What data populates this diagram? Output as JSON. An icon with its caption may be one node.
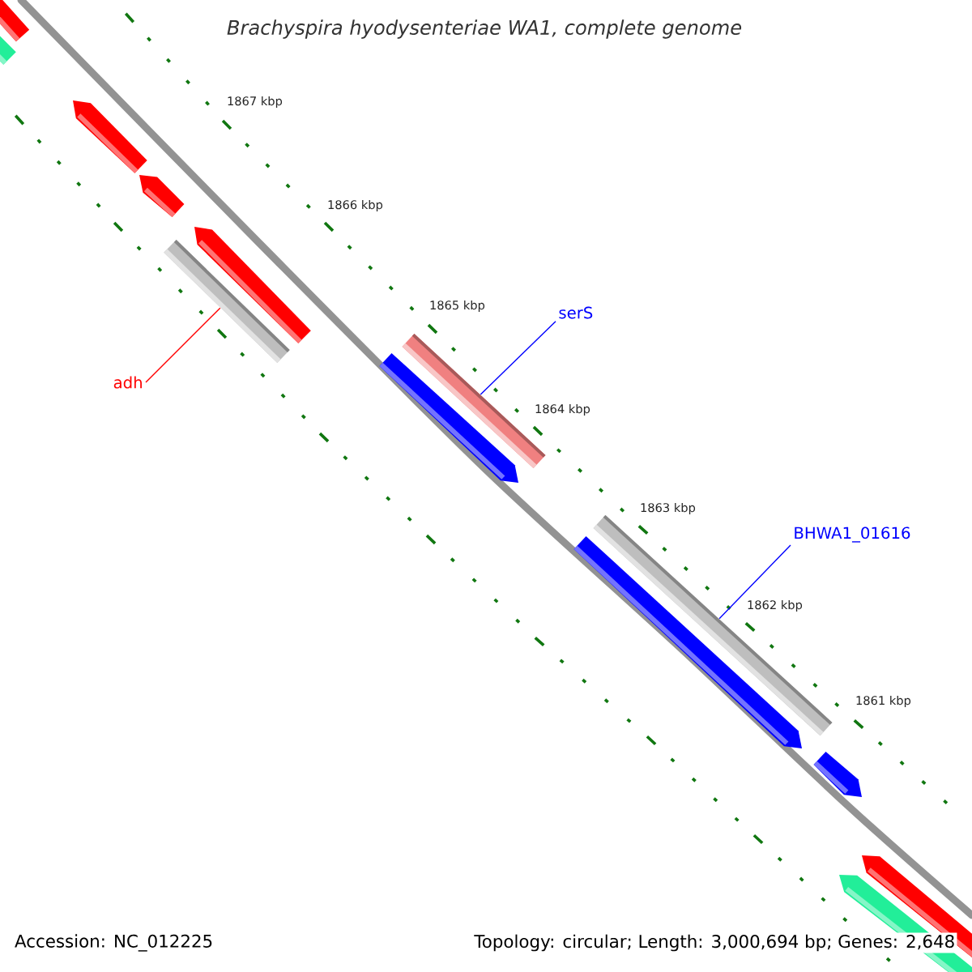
{
  "diagram": {
    "title": "Brachyspira hyodysenteriae WA1, complete genome",
    "nodes": [
      {
        "text": [
          "adh"
        ]
      },
      {
        "text": [],
        "shape": "bar"
      },
      {
        "text": [
          "serS"
        ]
      },
      {
        "text": [],
        "shape": "bar"
      },
      {
        "text": [
          "BHWA1_01616"
        ]
      },
      {
        "text": [],
        "shape": "bar"
      }
    ],
    "edges": [
      {
        "from": 0,
        "to": 1,
        "arrow": "none",
        "color": "#ff0000"
      },
      {
        "from": 2,
        "to": 3,
        "arrow": "none",
        "color": "#0000ff"
      },
      {
        "from": 4,
        "to": 5,
        "arrow": "none",
        "color": "#0000ff"
      }
    ],
    "labels": [
      "1867 kbp",
      "1866 kbp",
      "1865 kbp",
      "1864 kbp",
      "1863 kbp",
      "1862 kbp",
      "1861 kbp",
      "Accession: NC_012225",
      "Topology: circular; Length: 3,000,694 bp; Genes: 2,648"
    ]
  }
}
